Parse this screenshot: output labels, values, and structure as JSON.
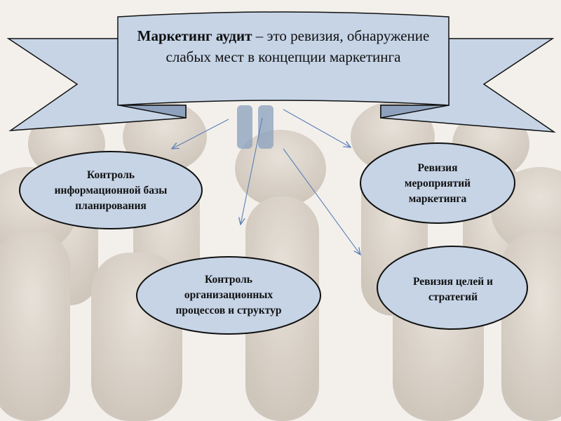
{
  "title": {
    "bold": "Маркетинг аудит",
    "rest": " – это ревизия, обнаружение слабых мест в концепции маркетинга"
  },
  "nodes": {
    "info_base": "Контроль информационной базы планирования",
    "org_processes": "Контроль организационных процессов и структур",
    "marketing_events": "Ревизия мероприятий маркетинга",
    "goals_strategies": "Ревизия целей и стратегий"
  },
  "colors": {
    "banner_fill": "#c6d4e6",
    "banner_fold": "#8ea2bd",
    "ellipse_fill": "#c6d4e6",
    "outline": "#111111",
    "arrow": "#5b7fb5"
  },
  "background": "faded photo of a group of figures"
}
